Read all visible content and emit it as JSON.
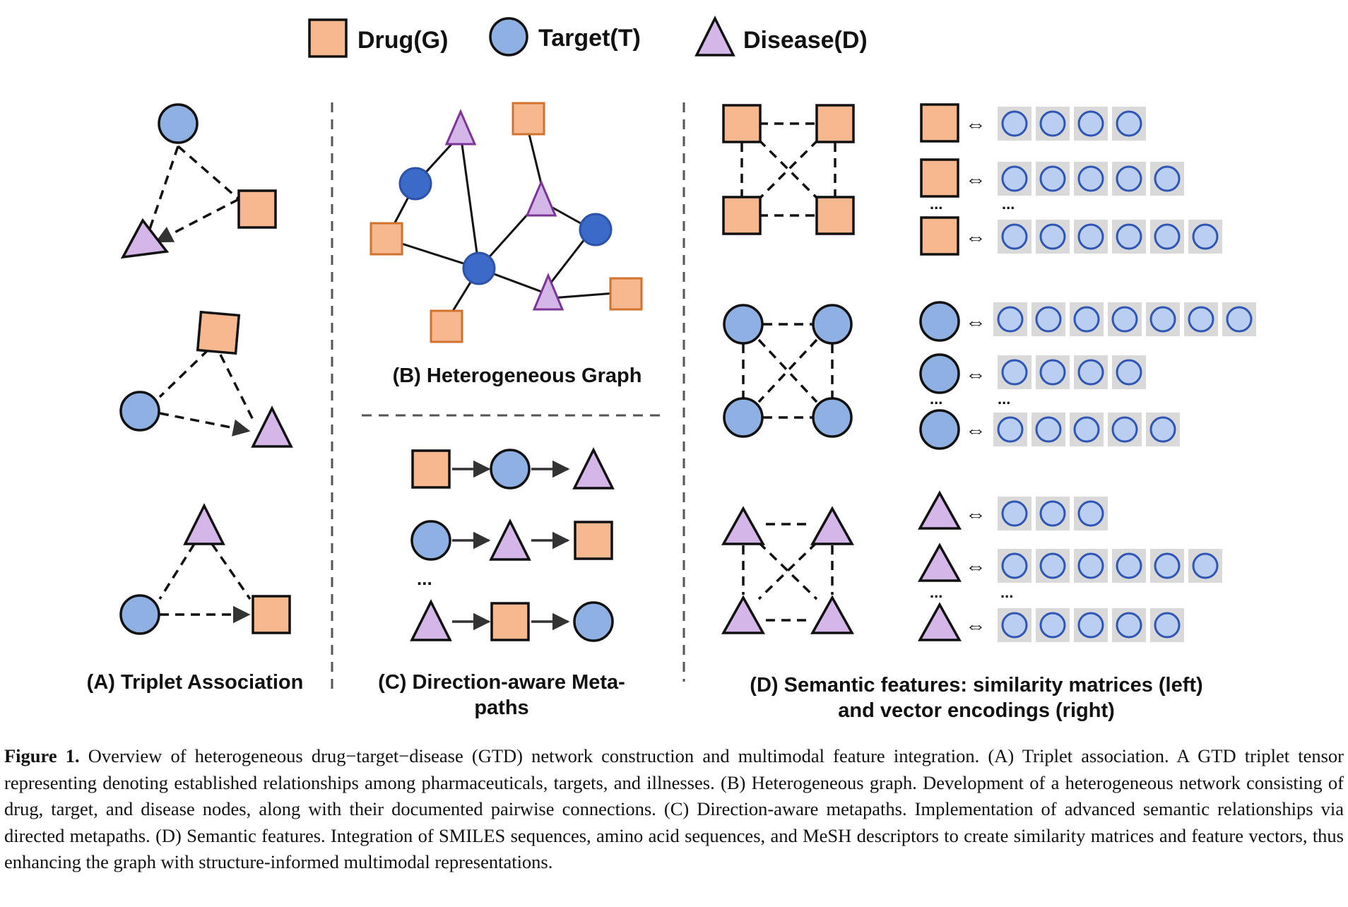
{
  "legend": {
    "drug": "Drug(G)",
    "target": "Target(T)",
    "disease": "Disease(D)"
  },
  "panels": {
    "a": "(A) Triplet Association",
    "b": "(B) Heterogeneous Graph",
    "c_line1": "(C) Direction-aware Meta-",
    "c_line2": "paths",
    "d_line1": "(D) Semantic features: similarity matrices (left)",
    "d_line2": "and vector encodings (right)"
  },
  "ellipsis": "...",
  "vectors": {
    "drug": [
      4,
      5,
      6
    ],
    "target": [
      7,
      4,
      5
    ],
    "disease": [
      3,
      6,
      5
    ]
  },
  "colors": {
    "drug_fill": "#f7b88f",
    "drug_stroke_graph": "#d2722e",
    "target_fill": "#8fb0e2",
    "target_fill_graph": "#3c6ac9",
    "target_stroke_graph": "#2d52a8",
    "disease_fill": "#d5b6e8",
    "disease_stroke_graph": "#7b3597",
    "vec_bg": "#d9d9d9",
    "vec_circle_fill": "#b9cef0",
    "vec_circle_stroke": "#2f55b5"
  },
  "caption": {
    "label": "Figure 1.",
    "text": "Overview of heterogeneous drug−target−disease (GTD) network construction and multimodal feature integration. (A) Triplet association. A GTD triplet tensor representing denoting established relationships among pharmaceuticals, targets, and illnesses. (B) Heterogeneous graph. Development of a heterogeneous network consisting of drug, target, and disease nodes, along with their documented pairwise connections. (C) Direction-aware metapaths. Implementation of advanced semantic relationships via directed metapaths. (D) Semantic features. Integration of SMILES sequences, amino acid sequences, and MeSH descriptors to create similarity matrices and feature vectors, thus enhancing the graph with structure-informed multimodal representations."
  }
}
